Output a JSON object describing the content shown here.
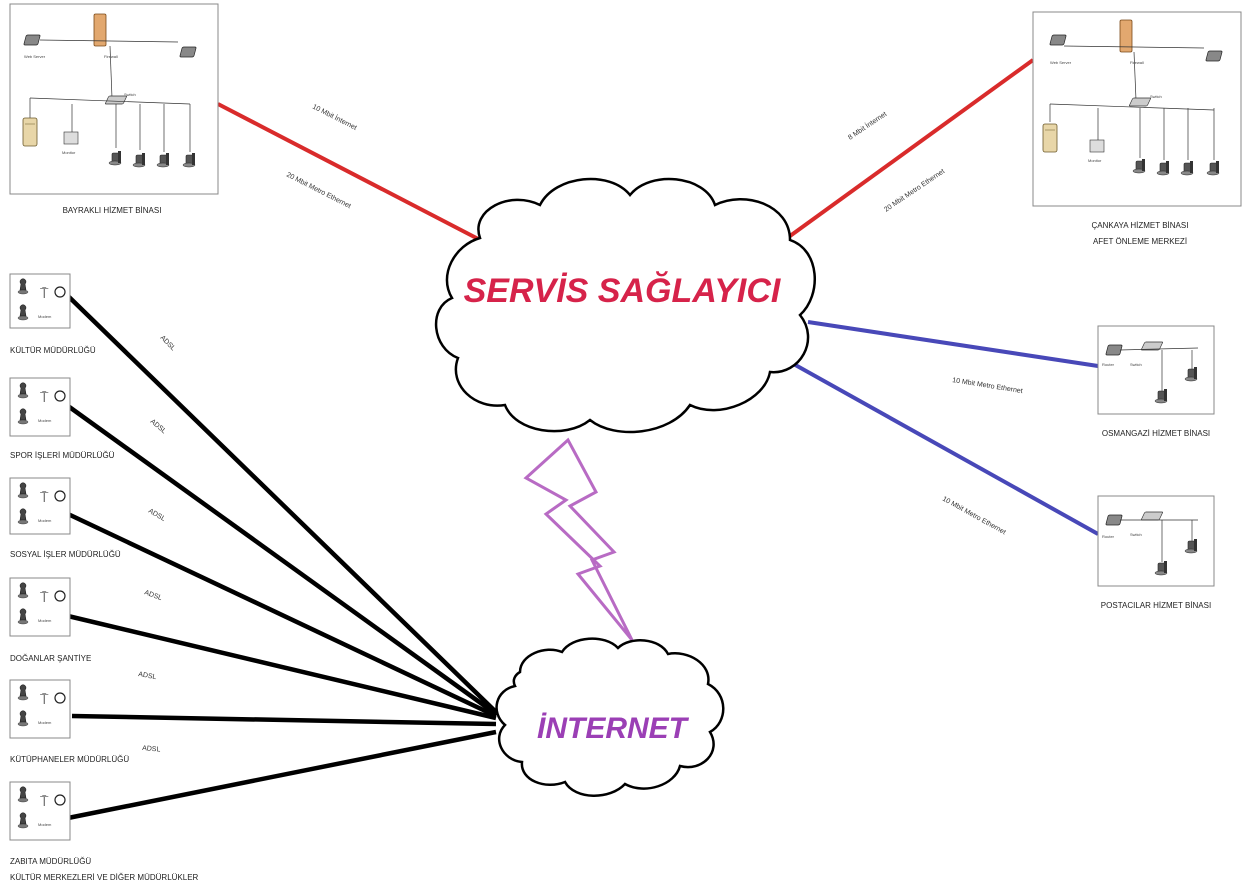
{
  "clouds": {
    "provider": {
      "label": "SERVİS SAĞLAYICI",
      "color": "#d6234a"
    },
    "internet": {
      "label": "İNTERNET",
      "color": "#9b3fb5"
    }
  },
  "buildings": {
    "bayrakli": {
      "caption": "BAYRAKLI HİZMET BİNASI"
    },
    "cankaya": {
      "caption_line1": "ÇANKAYA HİZMET BİNASI",
      "caption_line2": "AFET ÖNLEME MERKEZİ"
    },
    "osmangazi": {
      "caption": "OSMANGAZİ HİZMET BİNASI"
    },
    "postacilar": {
      "caption": "POSTACILAR HİZMET BİNASI"
    }
  },
  "branches": [
    {
      "caption": "KÜLTÜR MÜDÜRLÜĞÜ",
      "link_label": "ADSL"
    },
    {
      "caption": "SPOR İŞLERİ MÜDÜRLÜĞÜ",
      "link_label": "ADSL"
    },
    {
      "caption": "SOSYAL İŞLER MÜDÜRLÜĞÜ",
      "link_label": "ADSL"
    },
    {
      "caption": "DOĞANLAR ŞANTİYE",
      "link_label": "ADSL"
    },
    {
      "caption": "KÜTÜPHANELER MÜDÜRLÜĞÜ",
      "link_label": "ADSL"
    },
    {
      "caption_line1": "ZABITA MÜDÜRLÜĞÜ",
      "caption_line2": "KÜLTÜR MERKEZLERİ VE DİĞER MÜDÜRLÜKLER",
      "link_label": "ADSL"
    }
  ],
  "links": {
    "bayrakli_top": "10 Mbit İnternet",
    "bayrakli_bottom": "20 Mbit Metro Ethernet",
    "cankaya_top": "8 Mbit İnternet",
    "cankaya_bottom": "20 Mbit Metro Ethernet",
    "osmangazi": "10 Mbit Metro Ethernet",
    "postacilar": "10 Mbit Metro Ethernet"
  },
  "device_labels": {
    "server": "Web Server",
    "firewall": "Firewall",
    "switch": "Switch",
    "monitor": "Monitor",
    "router": "Router",
    "modem": "Modem"
  },
  "colors": {
    "metro_red": "#d92b2b",
    "metro_blue": "#4848b8",
    "adsl_black": "#000000",
    "bolt": "#b86bc4"
  }
}
